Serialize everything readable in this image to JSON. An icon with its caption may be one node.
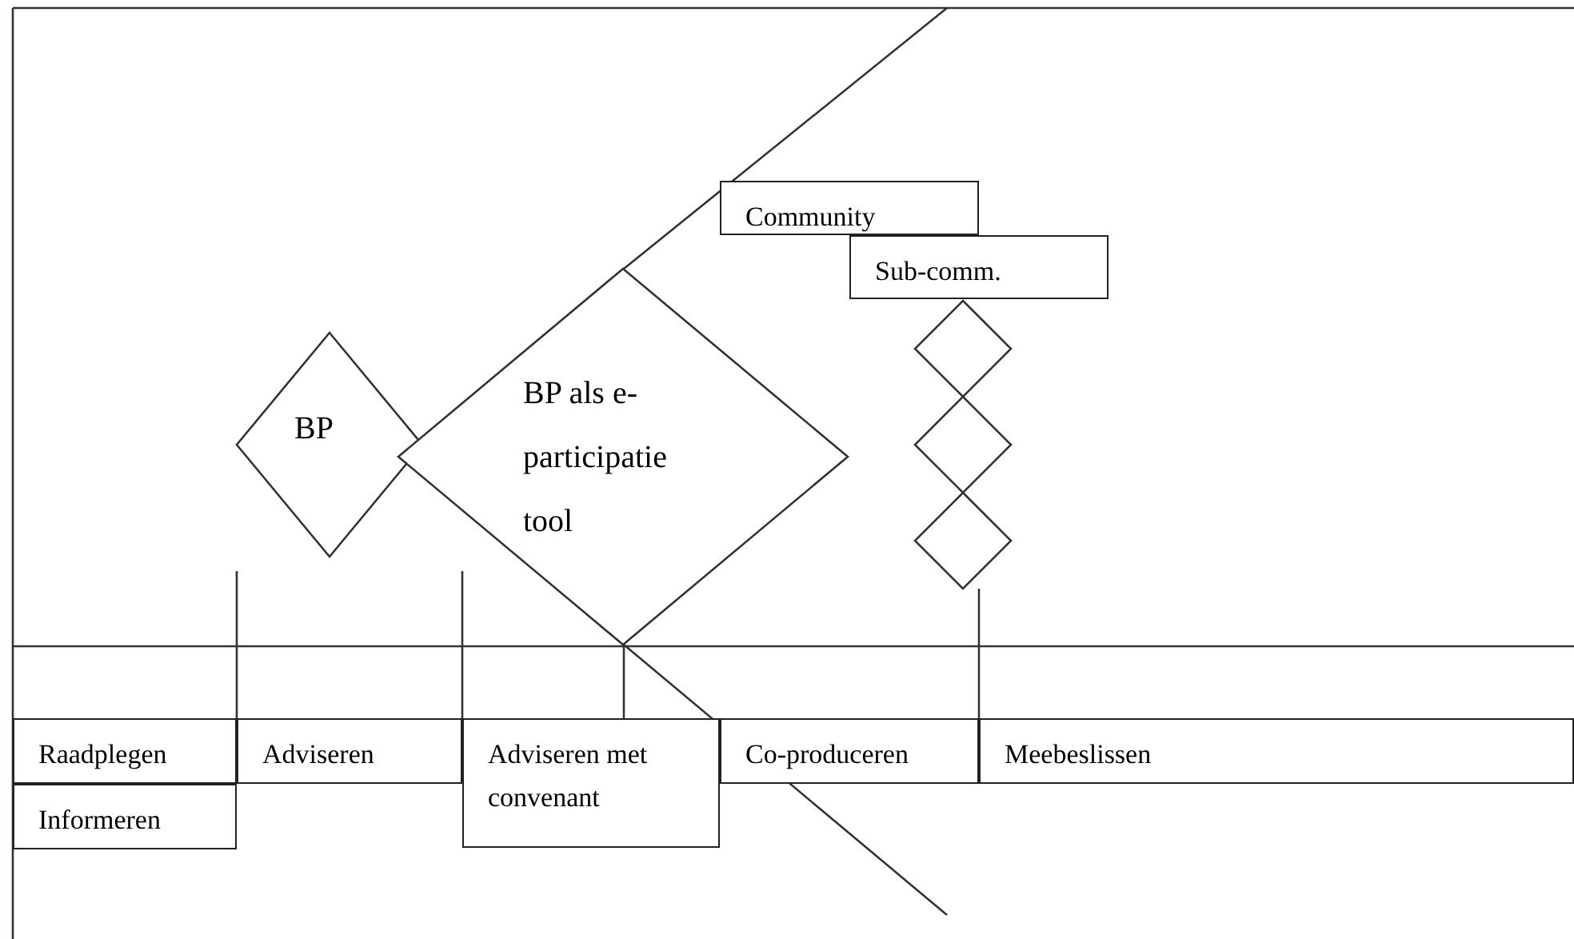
{
  "diagram": {
    "nodes": [
      {
        "text": [
          "BP"
        ]
      },
      {
        "text": [
          "BP als e-participatie tool"
        ]
      },
      {
        "text": [
          "Community"
        ]
      },
      {
        "text": [
          "Sub-comm."
        ]
      },
      {
        "text": [],
        "shape": "diamond"
      },
      {
        "text": [],
        "shape": "diamond"
      },
      {
        "text": [],
        "shape": "diamond"
      },
      {
        "text": [
          "Raadplegen"
        ]
      },
      {
        "text": [
          "Informeren"
        ]
      },
      {
        "text": [
          "Adviseren"
        ]
      },
      {
        "text": [
          "Adviseren met convenant"
        ]
      },
      {
        "text": [
          "Co-produceren"
        ]
      },
      {
        "text": [
          "Meebeslissen"
        ]
      }
    ],
    "edges": [
      {
        "from": 1,
        "to": 10,
        "arrow": "none"
      },
      {
        "from": 6,
        "to": 12,
        "arrow": "none"
      }
    ]
  }
}
